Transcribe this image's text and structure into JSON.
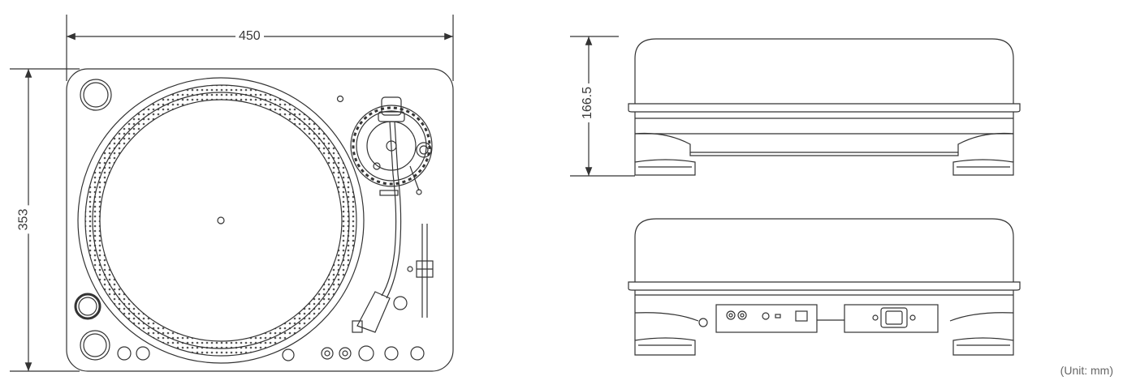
{
  "dimensions": {
    "width": "450",
    "depth": "353",
    "height": "166.5"
  },
  "unit_note": "(Unit: mm)",
  "colors": {
    "line": "#333333",
    "background": "#ffffff"
  }
}
